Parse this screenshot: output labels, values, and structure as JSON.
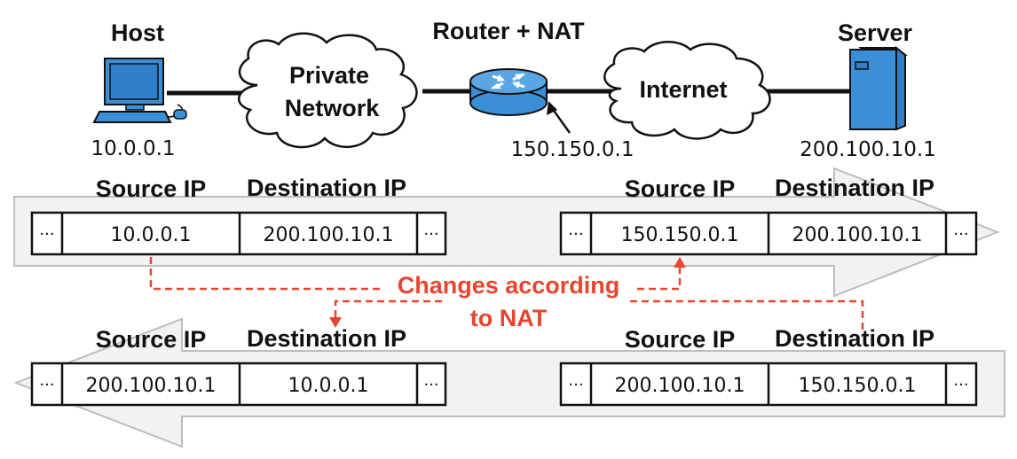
{
  "nodes": {
    "host": {
      "title": "Host",
      "ip": "10.0.0.1",
      "icon": "computer-icon"
    },
    "private_network": {
      "line1": "Private",
      "line2": "Network",
      "icon": "cloud-icon"
    },
    "router": {
      "title": "Router + NAT",
      "ip": "150.150.0.1",
      "icon": "router-icon"
    },
    "internet": {
      "label": "Internet",
      "icon": "cloud-icon"
    },
    "server": {
      "title": "Server",
      "ip": "200.100.10.1",
      "icon": "server-icon"
    }
  },
  "packets": {
    "out_before": {
      "src_header": "Source IP",
      "dst_header": "Destination IP",
      "src": "10.0.0.1",
      "dst": "200.100.10.1",
      "ellipsis": "···"
    },
    "out_after": {
      "src_header": "Source IP",
      "dst_header": "Destination IP",
      "src": "150.150.0.1",
      "dst": "200.100.10.1",
      "ellipsis": "···"
    },
    "back_after": {
      "src_header": "Source IP",
      "dst_header": "Destination IP",
      "src": "200.100.10.1",
      "dst": "10.0.0.1",
      "ellipsis": "···"
    },
    "back_before": {
      "src_header": "Source IP",
      "dst_header": "Destination IP",
      "src": "200.100.10.1",
      "dst": "150.150.0.1",
      "ellipsis": "···"
    }
  },
  "annotation": {
    "line1": "Changes according",
    "line2": "to NAT"
  },
  "colors": {
    "accent_red": "#e8452f",
    "device_blue": "#3a8fd6",
    "arrow_fill": "#f2f2f2",
    "arrow_stroke": "#bdbdbd"
  }
}
